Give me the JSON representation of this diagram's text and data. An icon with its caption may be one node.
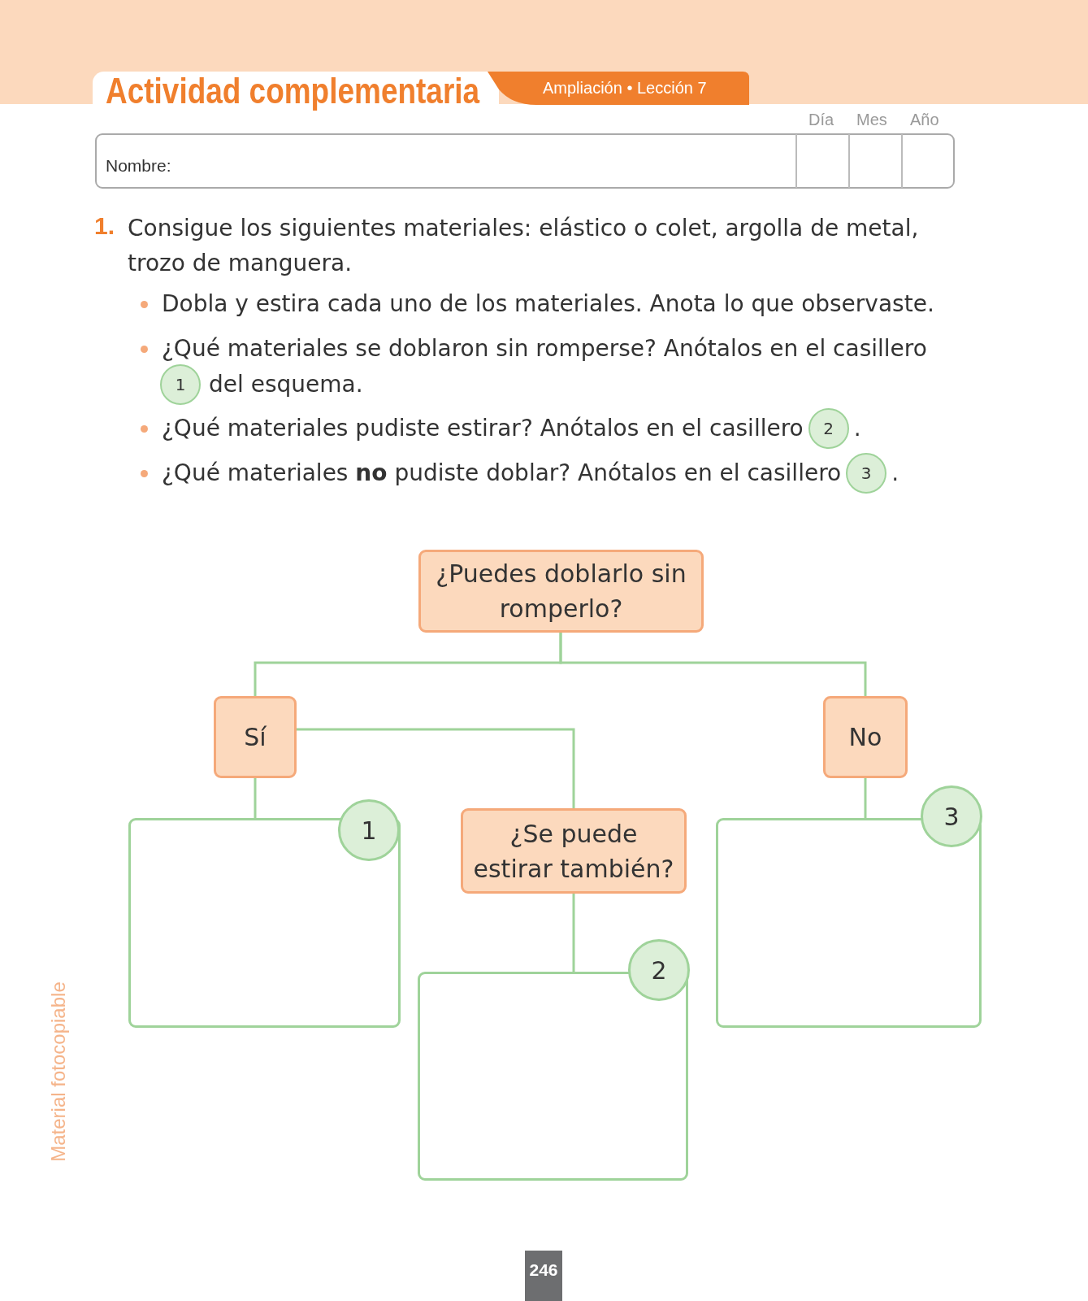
{
  "diagram": {
    "title": "Actividad complementaria",
    "nodes": [
      {
        "text": [
          "¿Puedes doblarlo sin romperlo?"
        ]
      },
      {
        "text": [
          "Sí"
        ]
      },
      {
        "text": [
          "No"
        ]
      },
      {
        "text": [
          "1"
        ]
      },
      {
        "text": [],
        "shape": "box"
      },
      {
        "text": [
          "¿Se puede estirar también?"
        ]
      },
      {
        "text": [
          "3"
        ]
      },
      {
        "text": [],
        "shape": "box"
      },
      {
        "text": [
          "2"
        ]
      },
      {
        "text": [],
        "shape": "box"
      }
    ],
    "edges": [
      {
        "from": 0,
        "to": 1,
        "arrow": "none"
      },
      {
        "from": 0,
        "to": 2,
        "arrow": "none"
      },
      {
        "from": 1,
        "to": 4,
        "arrow": "none"
      },
      {
        "from": 1,
        "to": 5,
        "arrow": "none"
      },
      {
        "from": 2,
        "to": 7,
        "arrow": "none"
      },
      {
        "from": 5,
        "to": 9,
        "arrow": "none"
      }
    ],
    "labels": [
      "Ampliación • Lección 7",
      "Día",
      "Mes",
      "Año",
      "Nombre:",
      "1.",
      "Consigue los siguientes materiales: elástico o colet, argolla de metal, trozo de manguera.",
      "Dobla y estira cada uno de los materiales. Anota lo que observaste.",
      "¿Qué materiales se doblaron sin romperse? Anótalos en el casillero",
      "1",
      "del esquema.",
      "¿Qué materiales pudiste estirar? Anótalos en el casillero",
      "2",
      ".",
      "¿Qué materiales **no** pudiste doblar? Anótalos en el casillero",
      "3",
      ".",
      "Material fotocopiable",
      "246"
    ]
  }
}
